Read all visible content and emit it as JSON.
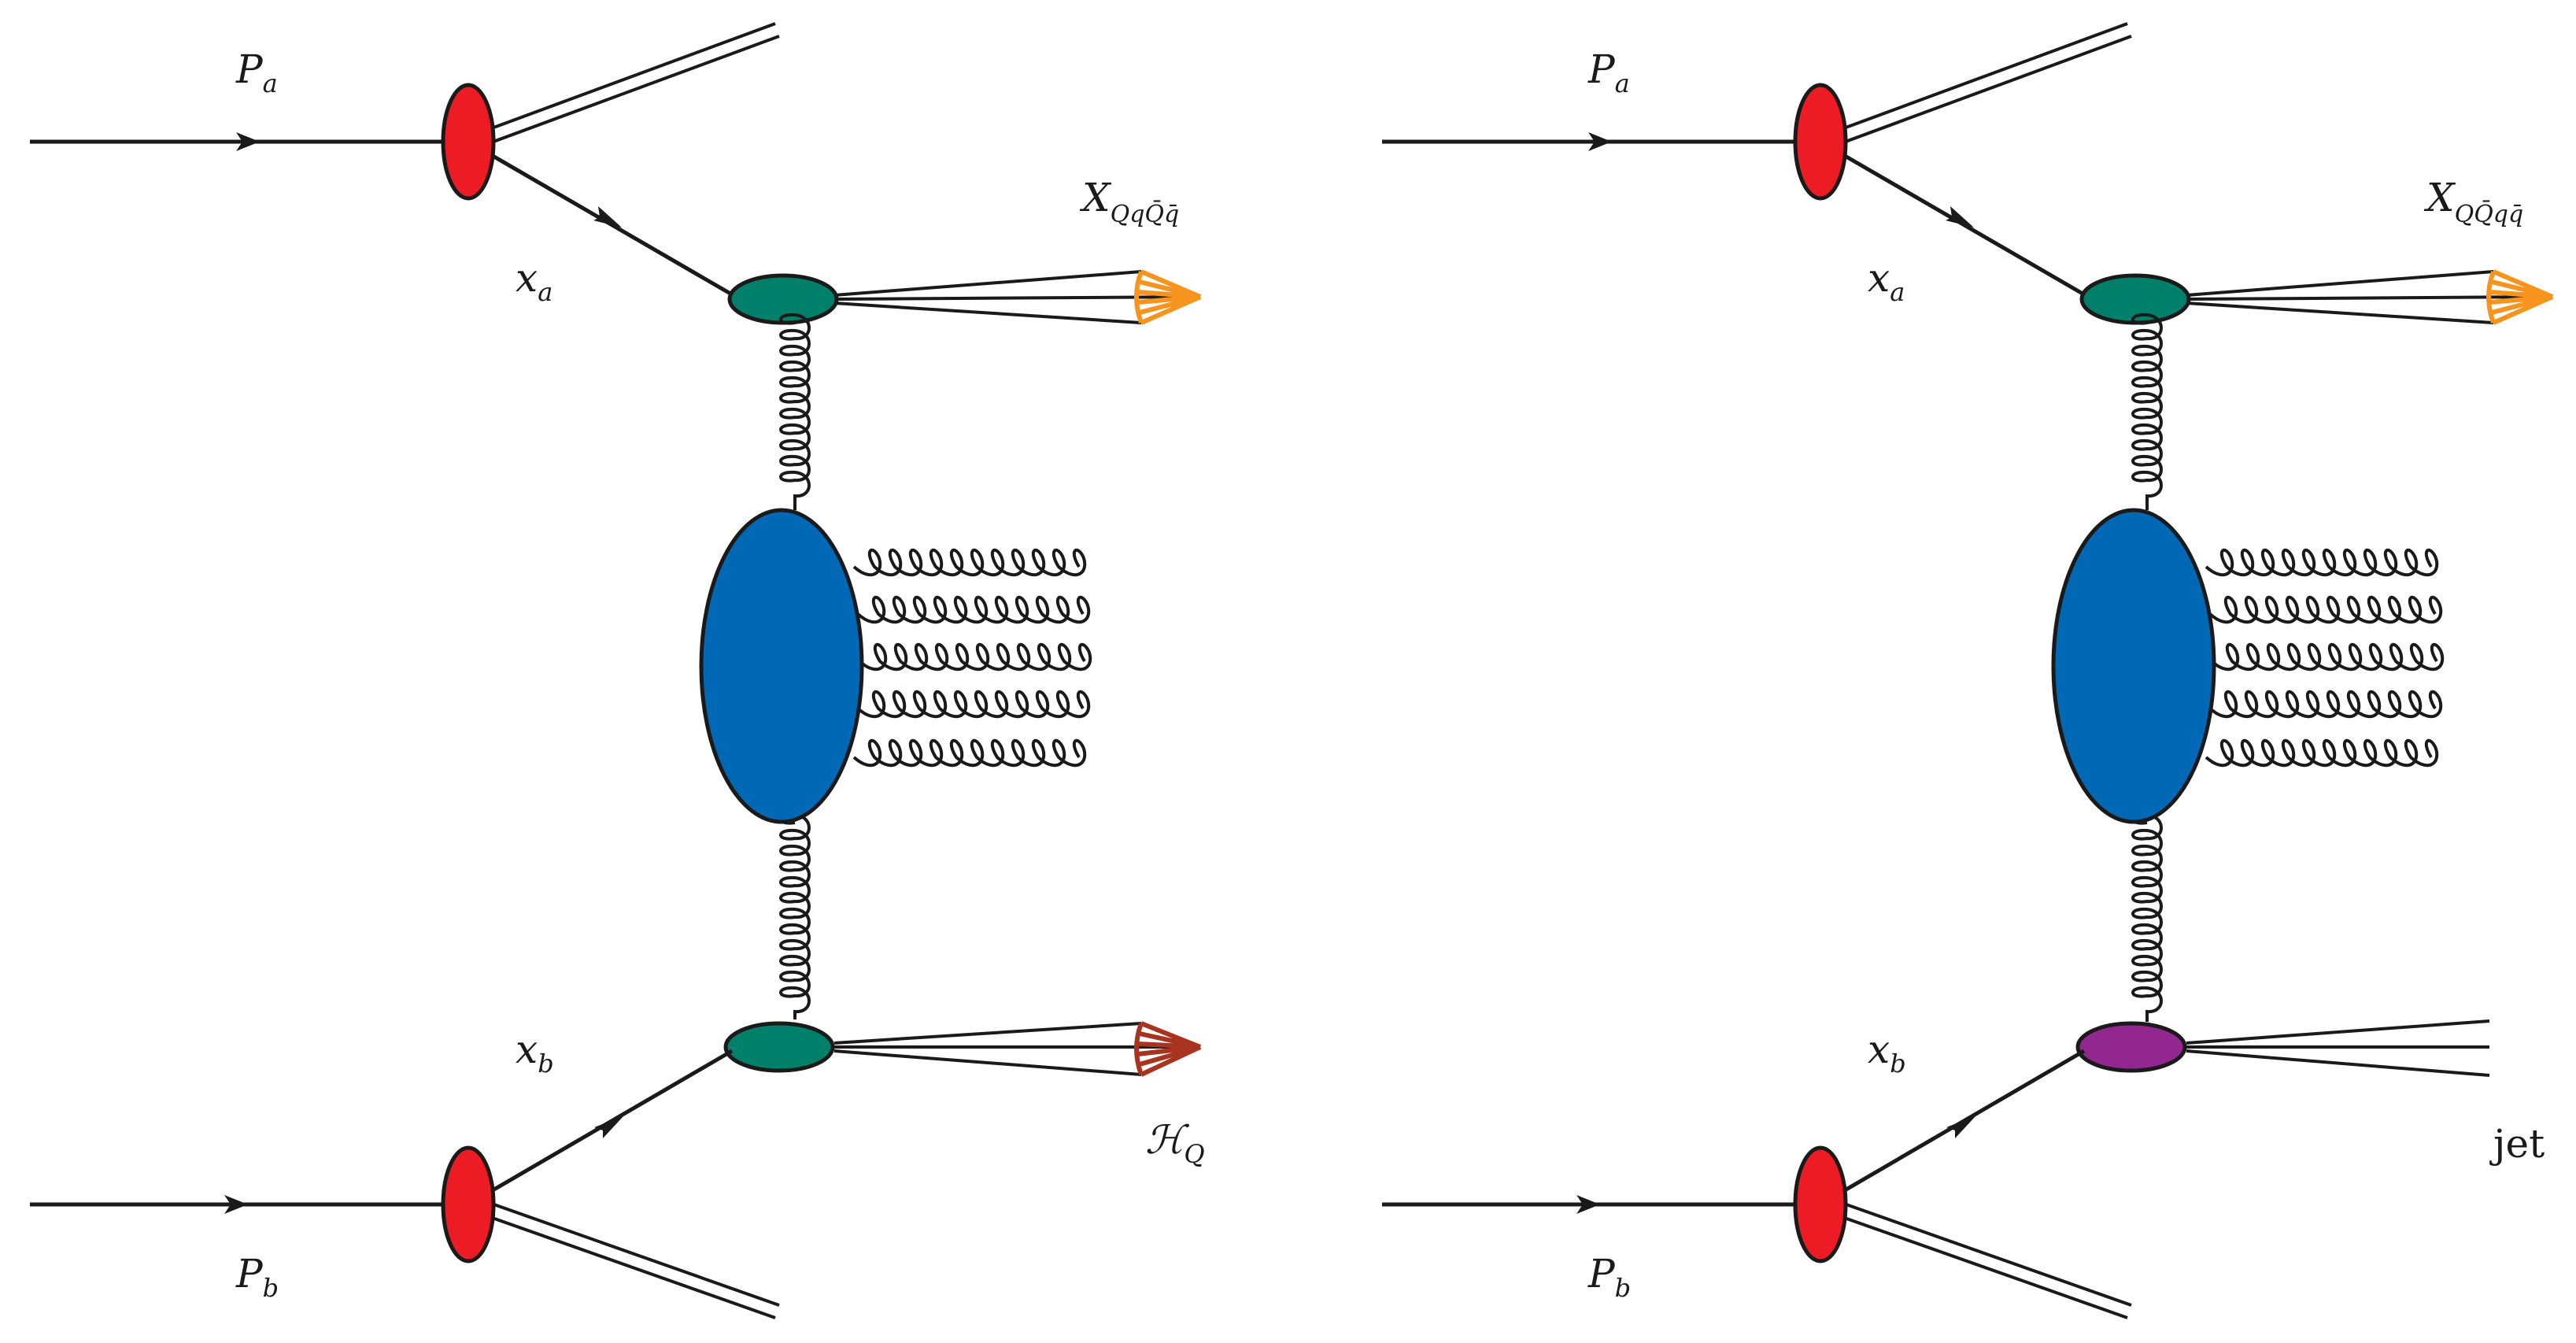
{
  "colors": {
    "line": "#1a1a1a",
    "hadron_blob": "#ed1c24",
    "vertex_blob": "#00806a",
    "central_blob": "#0068b4",
    "jet_vertex_blob": "#92278f",
    "cone_X": "#f7941d",
    "cone_H": "#a8341f"
  },
  "diagrams": [
    {
      "id": "left",
      "labels": {
        "Pa": {
          "main": "P",
          "sub": "a"
        },
        "Pb": {
          "main": "P",
          "sub": "b"
        },
        "xa": {
          "main": "x",
          "sub": "a"
        },
        "xb": {
          "main": "x",
          "sub": "b"
        },
        "top_out": {
          "main": "X",
          "sub": "QqQ̄q̄"
        },
        "bottom_out": {
          "main": "ℋ",
          "sub": "Q"
        }
      }
    },
    {
      "id": "right",
      "labels": {
        "Pa": {
          "main": "P",
          "sub": "a"
        },
        "Pb": {
          "main": "P",
          "sub": "b"
        },
        "xa": {
          "main": "x",
          "sub": "a"
        },
        "xb": {
          "main": "x",
          "sub": "b"
        },
        "top_out": {
          "main": "X",
          "sub": "QQ̄qq̄"
        },
        "bottom_out": {
          "main": "jet",
          "sub": ""
        }
      }
    }
  ]
}
